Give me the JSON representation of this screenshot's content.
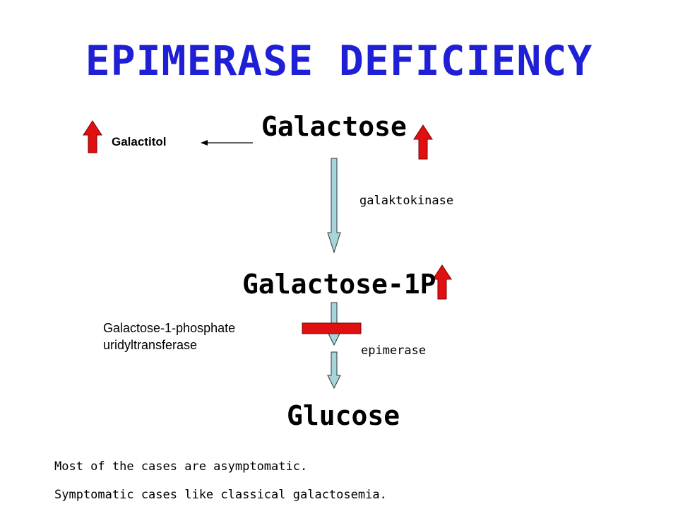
{
  "title": "EPIMERASE DEFICIENCY",
  "colors": {
    "title": "#1f1fd6",
    "increase_arrow": "#e01010",
    "pathway_arrow_fill": "#a7d5dc",
    "block_bar": "#e01010"
  },
  "nodes": {
    "galactose": "Galactose",
    "galactose_1p": "Galactose-1P",
    "glucose": "Glucose"
  },
  "side_product": "Galactitol",
  "enzymes": {
    "galaktokinase": "galaktokinase",
    "transferase_line1": "Galactose-1-phosphate",
    "transferase_line2": "uridyltransferase",
    "epimerase": "epimerase"
  },
  "icons": {
    "increase": "red-up-arrow-icon",
    "block": "red-block-bar-icon"
  },
  "notes": [
    "Most of the cases are asymptomatic.",
    "Symptomatic cases like classical galactosemia."
  ]
}
